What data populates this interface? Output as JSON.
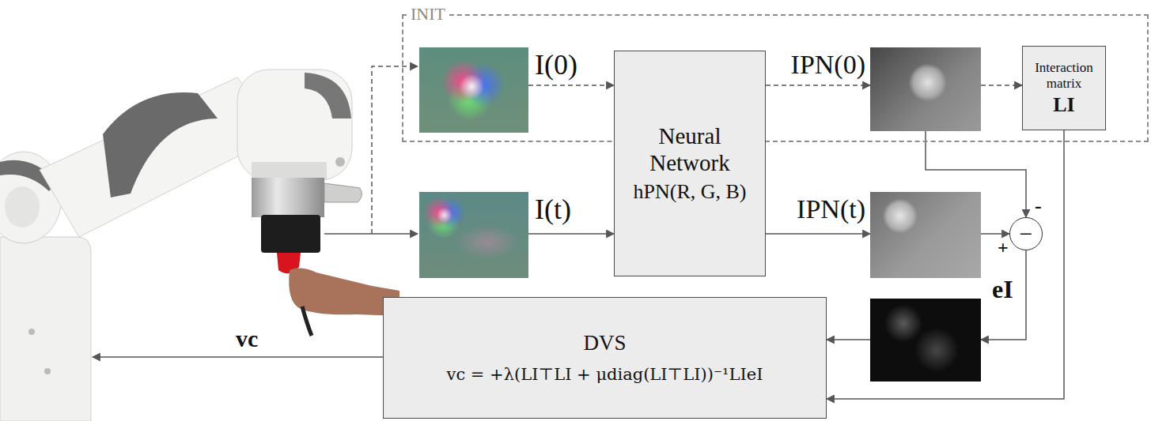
{
  "diagram": {
    "nodes": [
      {
        "text": [
          "INIT"
        ]
      },
      {
        "text": [
          "I(0)"
        ],
        "in": 0
      },
      {
        "text": [
          "IPN(0)"
        ],
        "in": 0
      },
      {
        "text": [
          "Interaction matrix",
          "LI"
        ],
        "in": 0
      },
      {
        "text": [
          "Neural Network",
          "hPN(R, G, B)"
        ]
      },
      {
        "text": [
          "I(t)"
        ]
      },
      {
        "text": [
          "IPN(t)"
        ]
      },
      {
        "text": [
          "−"
        ]
      },
      {
        "text": [
          "eI"
        ]
      },
      {
        "text": [
          "DVS",
          "vc = +λ(LI⊤LI + μdiag(LI⊤LI))⁻¹LIeI"
        ]
      }
    ],
    "edges": [
      {
        "from": 1,
        "to": 4,
        "arrow": "to"
      },
      {
        "from": 4,
        "to": 2,
        "arrow": "to"
      },
      {
        "from": 2,
        "to": 3,
        "arrow": "to"
      },
      {
        "from": 5,
        "to": 4,
        "arrow": "to"
      },
      {
        "from": 4,
        "to": 6,
        "arrow": "to"
      },
      {
        "from": 6,
        "to": 7,
        "arrow": "to"
      },
      {
        "from": 2,
        "to": 7,
        "arrow": "to"
      },
      {
        "from": 7,
        "to": 8,
        "arrow": "to"
      },
      {
        "from": 8,
        "to": 9,
        "arrow": "to"
      },
      {
        "from": 3,
        "to": 9,
        "arrow": "to"
      }
    ],
    "labels": [
      "+",
      "-",
      "vc"
    ]
  }
}
